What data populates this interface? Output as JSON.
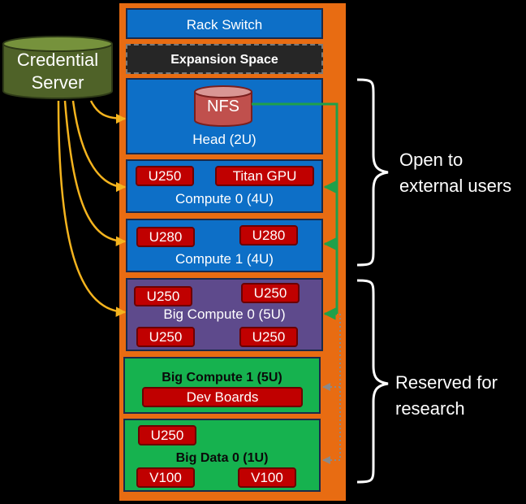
{
  "credential_server": {
    "line1": "Credential",
    "line2": "Server"
  },
  "rack": {
    "switch": "Rack Switch",
    "expansion": "Expansion Space",
    "nfs": "NFS",
    "head": "Head (2U)",
    "compute0": {
      "label": "Compute 0 (4U)",
      "chips": [
        "U250",
        "Titan GPU"
      ]
    },
    "compute1": {
      "label": "Compute 1 (4U)",
      "chips": [
        "U280",
        "U280"
      ]
    },
    "bigcompute0": {
      "label": "Big Compute 0 (5U)",
      "chips": [
        "U250",
        "U250",
        "U250",
        "U250"
      ]
    },
    "bigcompute1": {
      "label": "Big Compute 1 (5U)",
      "chips": [
        "Dev Boards"
      ]
    },
    "bigdata0": {
      "label": "Big Data 0 (1U)",
      "chips": [
        "U250",
        "V100",
        "V100"
      ]
    }
  },
  "groups": {
    "open": {
      "line1": "Open to",
      "line2": "external users"
    },
    "reserved": {
      "line1": "Reserved for",
      "line2": "research"
    }
  },
  "colors": {
    "rack": "#E86C12",
    "blue_unit": "#0D6FC7",
    "purple_unit": "#5E4A8C",
    "green_unit": "#16B24F",
    "chip": "#C00000",
    "nfs": "#C0504D",
    "credential_server": "#4F6228",
    "credential_link": "#F5B41E",
    "nfs_link": "#1FA04A",
    "reserved_link": "#8A8A8A"
  }
}
